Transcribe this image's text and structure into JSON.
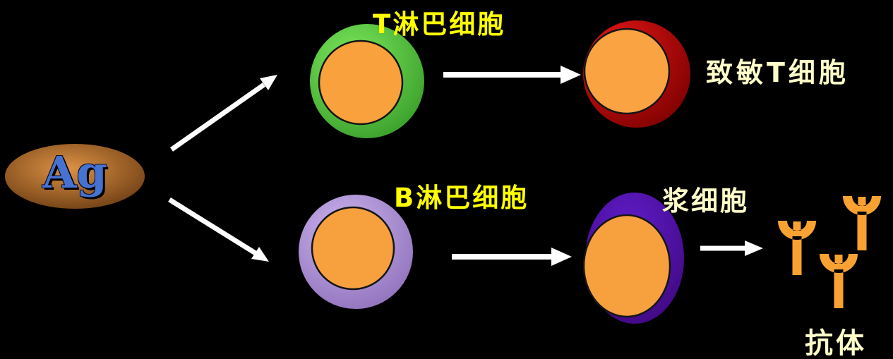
{
  "diagram": {
    "background_color": "#000000",
    "arrow_color": "#ffffff",
    "antigen": {
      "label": "Ag",
      "label_color": "#4672d2",
      "fill_center": "#dd9245",
      "fill_edge": "#6b3c12"
    },
    "cells": {
      "t_lymphocyte": {
        "label": "T淋巴细胞",
        "label_color": "#ffff00",
        "body_light": "#7de95c",
        "body_dark": "#389c2a",
        "nucleus_color": "#f9a13c"
      },
      "sensitized_t": {
        "label": "致敏T细胞",
        "label_color": "#fffdc8",
        "body_light": "#e81616",
        "body_dark": "#7c0101",
        "nucleus_color": "#f9a343"
      },
      "b_lymphocyte": {
        "label": "B淋巴细胞",
        "label_color": "#ffff00",
        "body_light": "#cdb5ee",
        "body_dark": "#8d6fba",
        "nucleus_color": "#f7a13e"
      },
      "plasma_cell": {
        "label": "浆细胞",
        "label_color": "#fffdc8",
        "body_light": "#5f1cc9",
        "body_dark": "#3f0880",
        "nucleus_color": "#f7a13e"
      }
    },
    "antibody": {
      "label": "抗体",
      "label_color": "#fffdc8",
      "color": "#f9a232",
      "count": 3
    }
  }
}
